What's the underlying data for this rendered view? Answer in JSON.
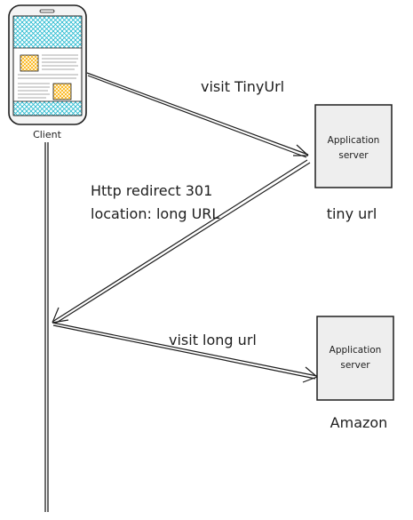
{
  "client": {
    "label": "Client",
    "icon": "phone-icon"
  },
  "servers": [
    {
      "line1": "Application",
      "line2": "server",
      "caption": "tiny url"
    },
    {
      "line1": "Application",
      "line2": "server",
      "caption": "Amazon"
    }
  ],
  "messages": {
    "visit_tinyurl": "visit TinyUrl",
    "redirect_line1": "Http redirect 301",
    "redirect_line2": "location: long URL",
    "visit_long_url": "visit long url"
  },
  "colors": {
    "stroke": "#1e1e1e",
    "phone_hatch": "#22b8cf",
    "phone_image": "#fab005",
    "server_fill": "#eeeeee"
  }
}
